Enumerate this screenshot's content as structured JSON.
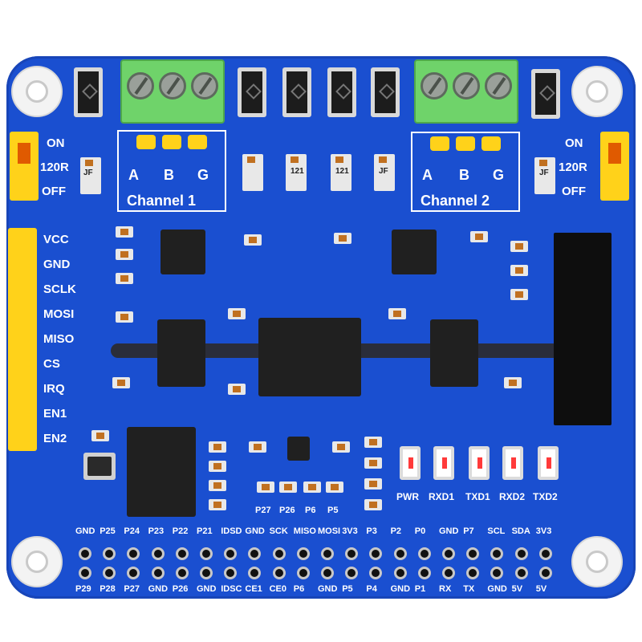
{
  "board": {
    "channel1_label": "Channel 1",
    "channel2_label": "Channel 2",
    "terminal_pins_left": [
      "A",
      "B",
      "G"
    ],
    "terminal_pins_right": [
      "A",
      "B",
      "G"
    ],
    "switch_left": {
      "on": "ON",
      "r120": "120R",
      "off": "OFF"
    },
    "switch_right": {
      "on": "ON",
      "r120": "120R",
      "off": "OFF"
    },
    "side_header": [
      "VCC",
      "GND",
      "SCLK",
      "MOSI",
      "MISO",
      "CS",
      "IRQ",
      "EN1",
      "EN2"
    ],
    "resistor_marks": [
      "JF",
      "121",
      "121",
      "JF",
      "JF"
    ],
    "leds": [
      "PWR",
      "RXD1",
      "TXD1",
      "RXD2",
      "TXD2"
    ],
    "pad_labels": [
      "P27",
      "P26",
      "P6",
      "P5"
    ],
    "gpio_top": [
      "GND",
      "P25",
      "P24",
      "P23",
      "P22",
      "P21",
      "IDSD",
      "GND",
      "SCK",
      "MISO",
      "MOSI",
      "3V3",
      "P3",
      "P2",
      "P0",
      "GND",
      "P7",
      "SCL",
      "SDA",
      "3V3"
    ],
    "gpio_bottom": [
      "P29",
      "P28",
      "P27",
      "GND",
      "P26",
      "GND",
      "IDSC",
      "CE1",
      "CE0",
      "P6",
      "GND",
      "P5",
      "P4",
      "GND",
      "P1",
      "RX",
      "TX",
      "GND",
      "5V",
      "5V"
    ]
  },
  "colors": {
    "pcb": "#1a4fd0",
    "terminal": "#6fd36a",
    "header": "#ffd21a",
    "silk": "#ffffff"
  }
}
